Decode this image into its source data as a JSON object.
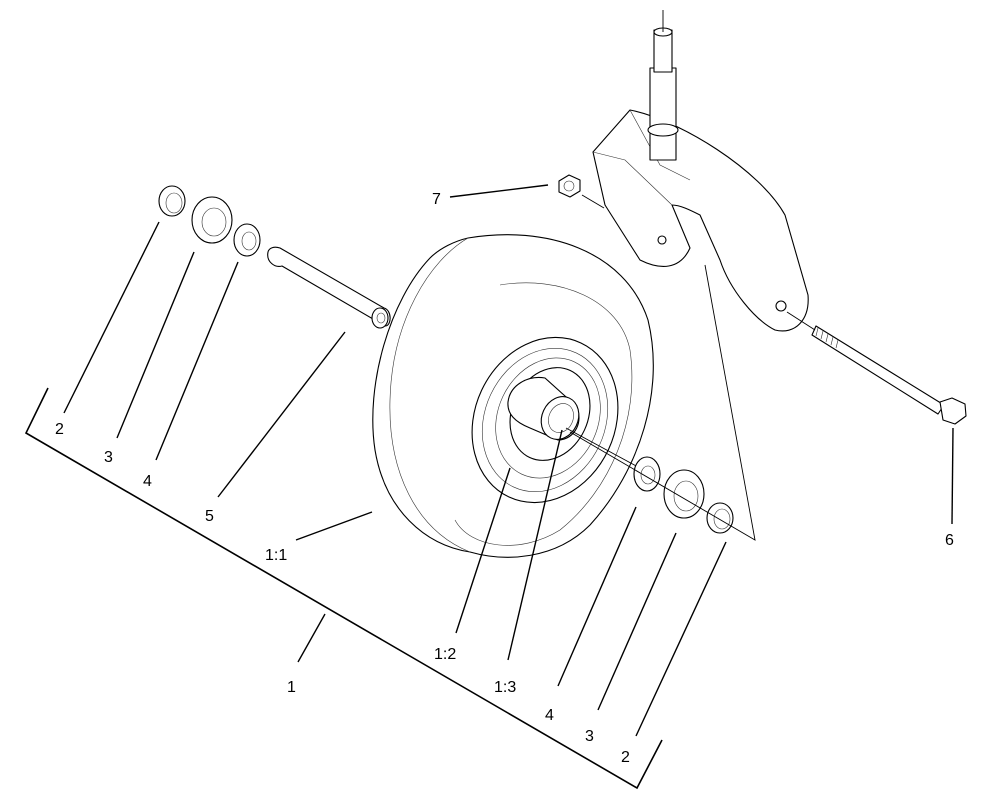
{
  "diagram": {
    "callouts": {
      "c_2_left": "2",
      "c_3_left": "3",
      "c_4_left": "4",
      "c_5": "5",
      "c_1_1": "1:1",
      "c_1": "1",
      "c_1_2": "1:2",
      "c_1_3": "1:3",
      "c_4_right": "4",
      "c_3_right": "3",
      "c_2_right": "2",
      "c_6": "6",
      "c_7": "7"
    },
    "line_color": "#000000",
    "background": "#ffffff"
  }
}
